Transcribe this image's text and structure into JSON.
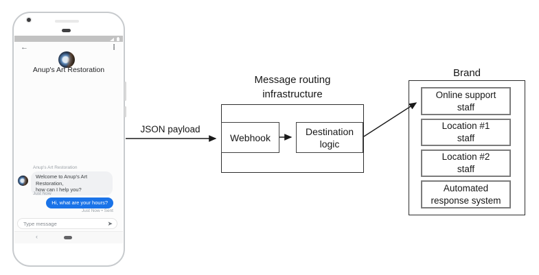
{
  "phone": {
    "header": {
      "back_icon": "←",
      "menu_icon": "⋮",
      "title": "Anup's Art Restoration"
    },
    "chat": {
      "sender_label": "Anup's Art Restoration",
      "incoming": {
        "text": "Welcome to Anup's Art Restoration,\nhow can I help you?",
        "timestamp": "Just Now"
      },
      "outgoing": {
        "text": "Hi, what are your hours?",
        "timestamp": "Just Now • Sent"
      }
    },
    "composer": {
      "placeholder": "Type message",
      "send_icon": "➤"
    },
    "nav": {
      "back_icon": "‹"
    },
    "status_icons": [
      "signal-icon",
      "battery-icon"
    ]
  },
  "diagram": {
    "payload_arrow_label": "JSON payload",
    "routing": {
      "title": "Message routing\ninfrastructure",
      "webhook": "Webhook",
      "destination": "Destination\nlogic"
    },
    "brand": {
      "title": "Brand",
      "items": [
        {
          "label": "Online support\nstaff"
        },
        {
          "label": "Location #1\nstaff"
        },
        {
          "label": "Location #2\nstaff"
        },
        {
          "label": "Automated\nresponse system"
        }
      ]
    }
  },
  "colors": {
    "outgoing_bubble": "#1a73e8",
    "incoming_bubble": "#f0f1f3",
    "status_bar": "#c2c2c2",
    "diagram_stroke": "#1a1a1a"
  }
}
